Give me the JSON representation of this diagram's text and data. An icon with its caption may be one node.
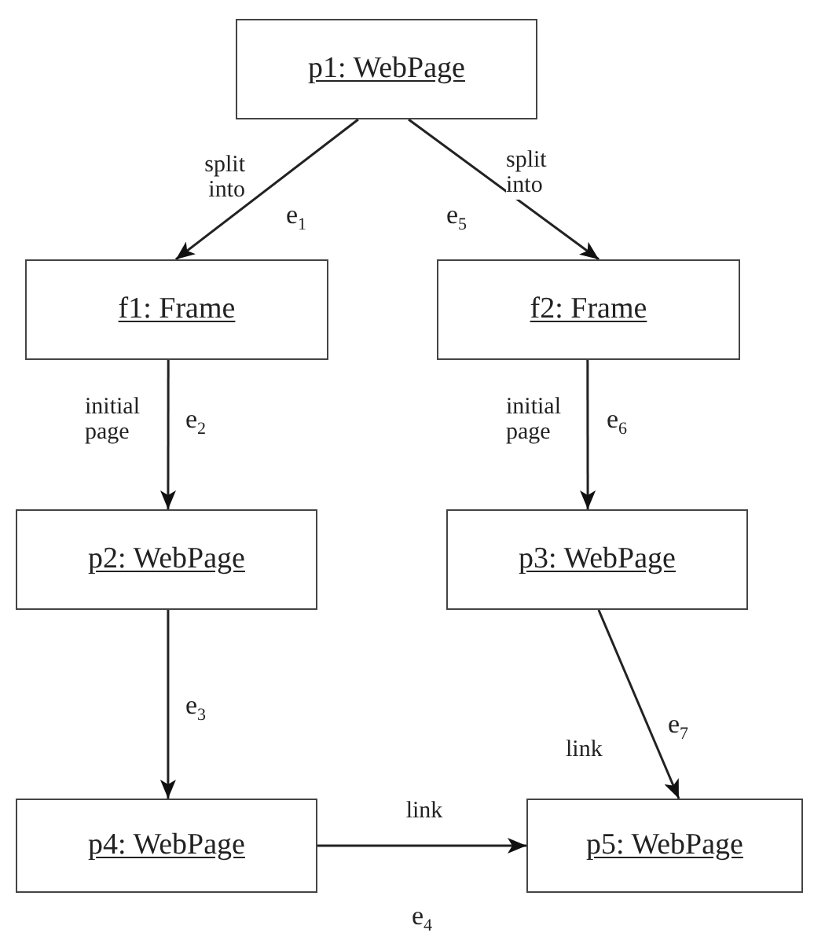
{
  "diagram": {
    "nodes": [
      {
        "text": [
          "p1: WebPage"
        ]
      },
      {
        "text": [
          "f1: Frame"
        ]
      },
      {
        "text": [
          "f2: Frame"
        ]
      },
      {
        "text": [
          "p2: WebPage"
        ]
      },
      {
        "text": [
          "p3: WebPage"
        ]
      },
      {
        "text": [
          "p4: WebPage"
        ]
      },
      {
        "text": [
          "p5: WebPage"
        ]
      }
    ],
    "edges": [
      {
        "from": 0,
        "to": 1,
        "arrow": "to",
        "label": "split into"
      },
      {
        "from": 0,
        "to": 2,
        "arrow": "to",
        "label": "split into"
      },
      {
        "from": 1,
        "to": 3,
        "arrow": "to",
        "label": "initial page"
      },
      {
        "from": 2,
        "to": 4,
        "arrow": "to",
        "label": "initial page"
      },
      {
        "from": 3,
        "to": 5,
        "arrow": "to"
      },
      {
        "from": 4,
        "to": 6,
        "arrow": "to",
        "label": "link"
      },
      {
        "from": 5,
        "to": 6,
        "arrow": "to",
        "label": "link"
      }
    ],
    "labels": [
      "e$_{1}$",
      "e$_{5}$",
      "e$_{2}$",
      "e$_{6}$",
      "e$_{3}$",
      "e$_{7}$",
      "e$_{4}$"
    ]
  }
}
